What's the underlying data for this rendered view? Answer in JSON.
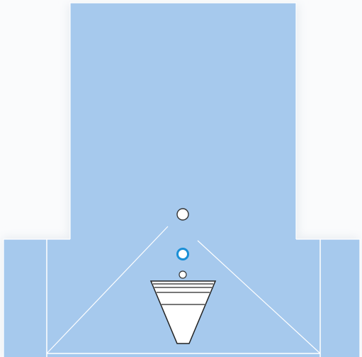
{
  "scene": {
    "background_color": "#fafbfc",
    "panel_color": "#a6c9ed",
    "panel_shadow_color": "#eef1f5",
    "line_color": "#ffffff",
    "active_color": "#1a8fd6",
    "glass_stripe_color": "#4a4a4a"
  },
  "ammo": {
    "slots": 3,
    "selected_index": 1
  },
  "glass": {
    "filled_fraction": 0.0
  }
}
